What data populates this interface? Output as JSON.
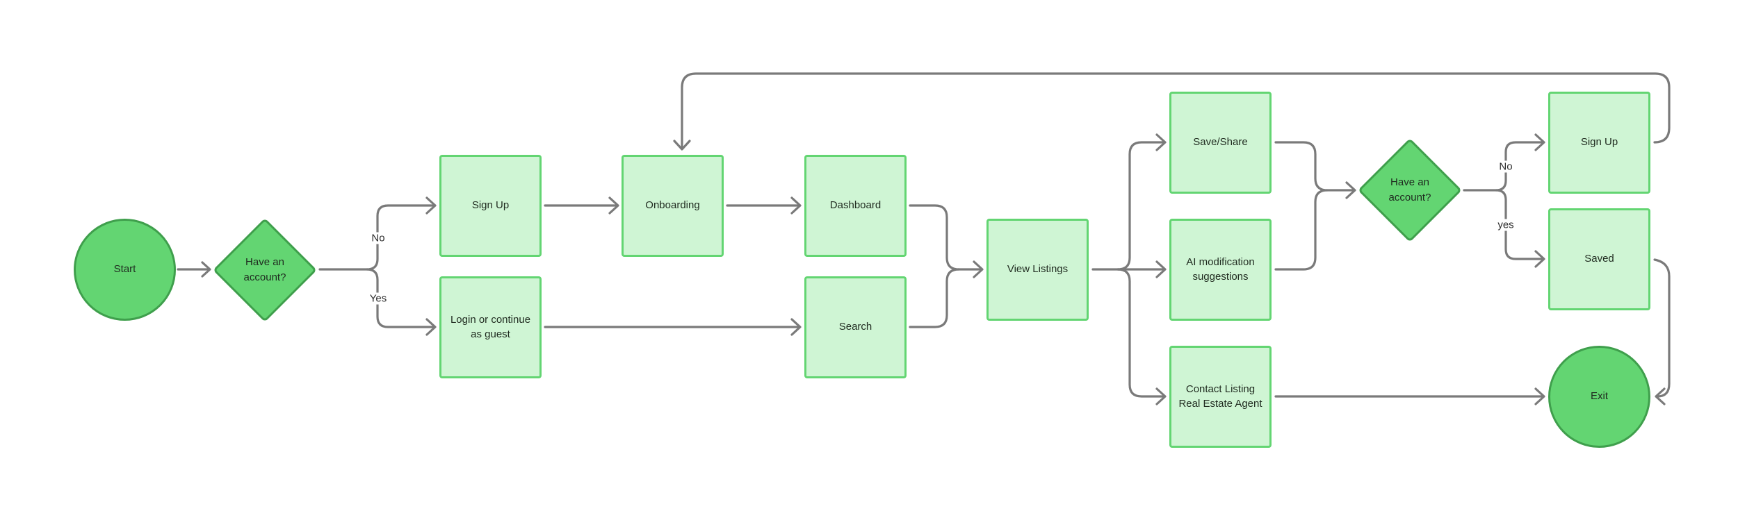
{
  "nodes": {
    "start": "Start",
    "decision_1": "Have an\naccount?",
    "sign_up_1": "Sign Up",
    "login_guest": "Login or continue\nas guest",
    "onboarding": "Onboarding",
    "dashboard": "Dashboard",
    "search": "Search",
    "view_listings": "View Listings",
    "save_share": "Save/Share",
    "ai_suggestions": "AI modification\nsuggestions",
    "contact_agent": "Contact Listing\nReal Estate Agent",
    "decision_2": "Have an\naccount?",
    "sign_up_2": "Sign Up",
    "saved": "Saved",
    "exit": "Exit"
  },
  "edge_labels": {
    "no_1": "No",
    "yes_1": "Yes",
    "no_2": "No",
    "yes_2": "yes"
  },
  "colors": {
    "box_fill": "#cff5d4",
    "box_border": "#63d572",
    "terminal_fill": "#63d572",
    "terminal_border": "#3f9f4c",
    "connector": "#7a7a7a"
  }
}
